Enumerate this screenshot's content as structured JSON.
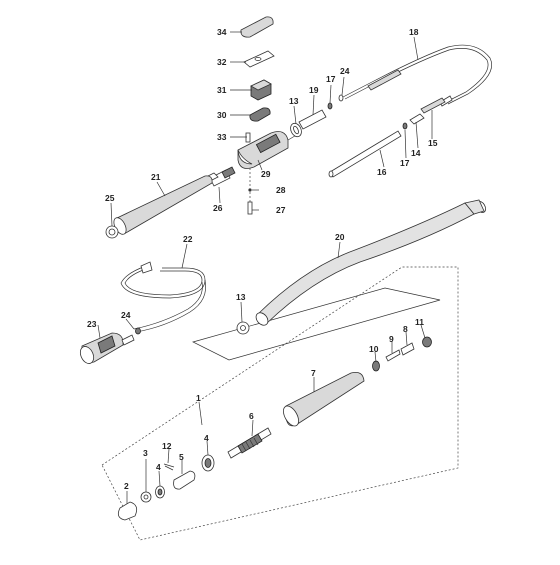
{
  "diagram": {
    "callouts": [
      "34",
      "32",
      "31",
      "30",
      "33",
      "13",
      "19",
      "17",
      "24",
      "18",
      "29",
      "14",
      "15",
      "17",
      "16",
      "28",
      "27",
      "21",
      "26",
      "25",
      "22",
      "20",
      "13",
      "23",
      "24",
      "11",
      "8",
      "9",
      "10",
      "7",
      "1",
      "6",
      "12",
      "5",
      "4",
      "3",
      "2"
    ]
  }
}
